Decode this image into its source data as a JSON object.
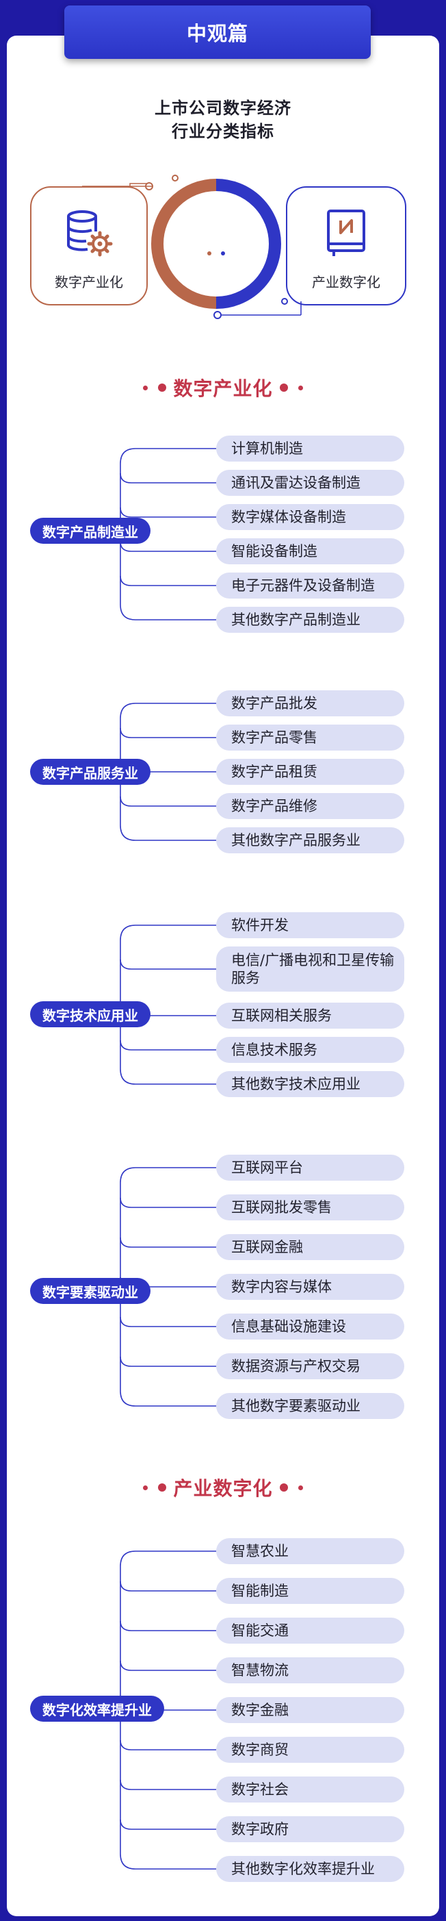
{
  "header": {
    "title": "中观篇"
  },
  "main_title": {
    "line1": "上市公司数字经济",
    "line2": "行业分类指标"
  },
  "icons": {
    "left": {
      "label": "数字产业化",
      "icon": "database-gear-icon"
    },
    "right": {
      "label": "产业数字化",
      "icon": "book-icon"
    }
  },
  "colors": {
    "accent_blue": "#2f36c5",
    "accent_brown": "#b8674a",
    "section_red": "#c2364a",
    "item_bg": "#dcdff5"
  },
  "sections": [
    {
      "title": "数字产业化",
      "groups": [
        {
          "name": "数字产品制造业",
          "items": [
            "计算机制造",
            "通讯及雷达设备制造",
            "数字媒体设备制造",
            "智能设备制造",
            "电子元器件及设备制造",
            "其他数字产品制造业"
          ]
        },
        {
          "name": "数字产品服务业",
          "items": [
            "数字产品批发",
            "数字产品零售",
            "数字产品租赁",
            "数字产品维修",
            "其他数字产品服务业"
          ]
        },
        {
          "name": "数字技术应用业",
          "items": [
            "软件开发",
            "电信/广播电视和卫星传输服务",
            "互联网相关服务",
            "信息技术服务",
            "其他数字技术应用业"
          ]
        },
        {
          "name": "数字要素驱动业",
          "items": [
            "互联网平台",
            "互联网批发零售",
            "互联网金融",
            "数字内容与媒体",
            "信息基础设施建设",
            "数据资源与产权交易",
            "其他数字要素驱动业"
          ]
        }
      ]
    },
    {
      "title": "产业数字化",
      "groups": [
        {
          "name": "数字化效率提升业",
          "items": [
            "智慧农业",
            "智能制造",
            "智能交通",
            "智慧物流",
            "数字金融",
            "数字商贸",
            "数字社会",
            "数字政府",
            "其他数字化效率提升业"
          ]
        }
      ]
    }
  ]
}
